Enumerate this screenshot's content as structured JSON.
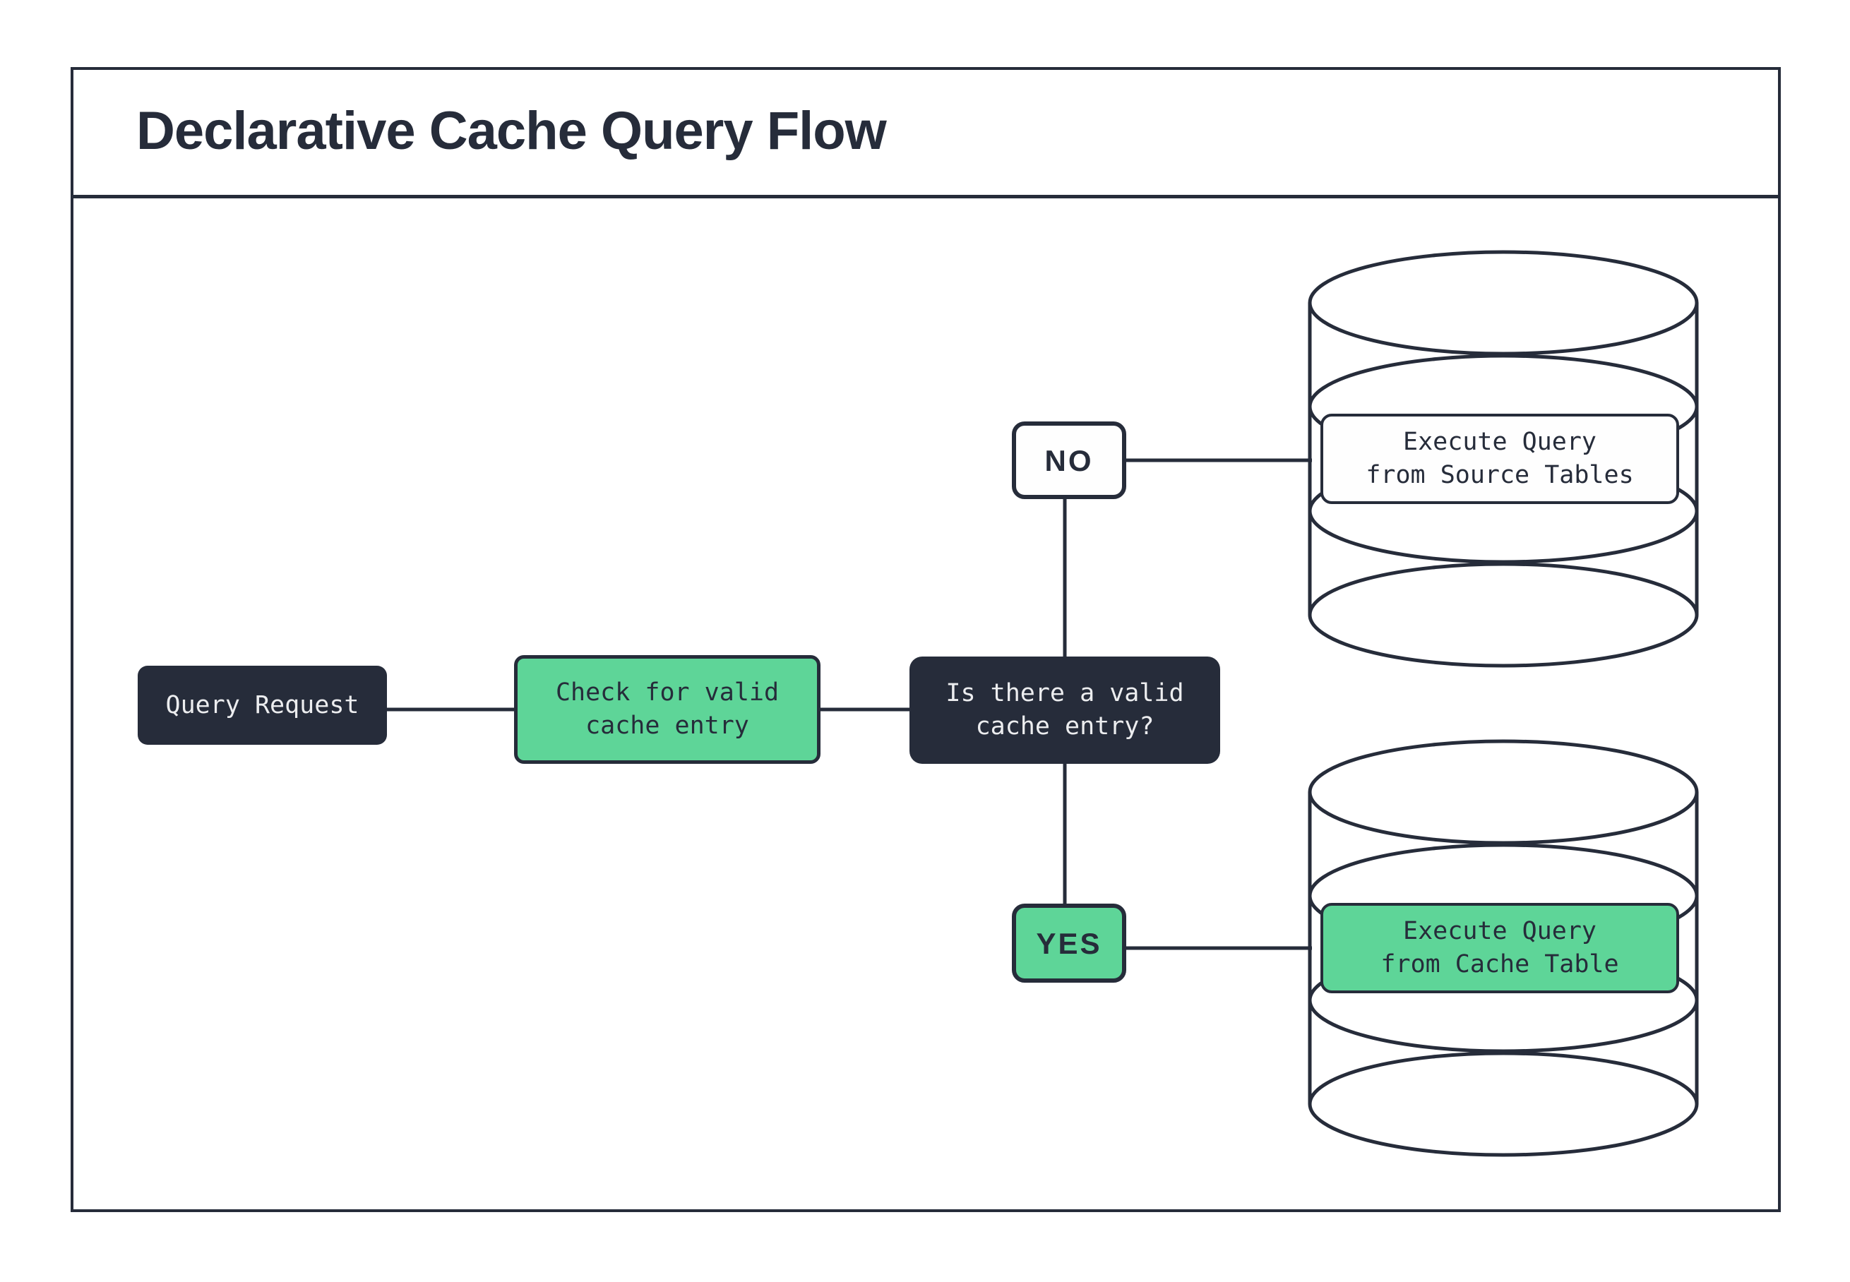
{
  "diagram": {
    "title": "Declarative Cache Query Flow",
    "nodes": {
      "query_request": {
        "label": "Query Request"
      },
      "check_cache": {
        "line1": "Check for valid",
        "line2": "cache entry"
      },
      "decision": {
        "line1": "Is there a valid",
        "line2": "cache entry?"
      },
      "no_branch": {
        "label": "NO"
      },
      "yes_branch": {
        "label": "YES"
      },
      "source_db": {
        "line1": "Execute Query",
        "line2": "from Source Tables"
      },
      "cache_db": {
        "line1": "Execute Query",
        "line2": "from Cache Table"
      }
    },
    "colors": {
      "dark_navy": "#262C3A",
      "green": "#5ED598",
      "box_white": "#FEFEFE",
      "light_text": "#ECEDEF",
      "background": "#FFFFFF"
    }
  }
}
